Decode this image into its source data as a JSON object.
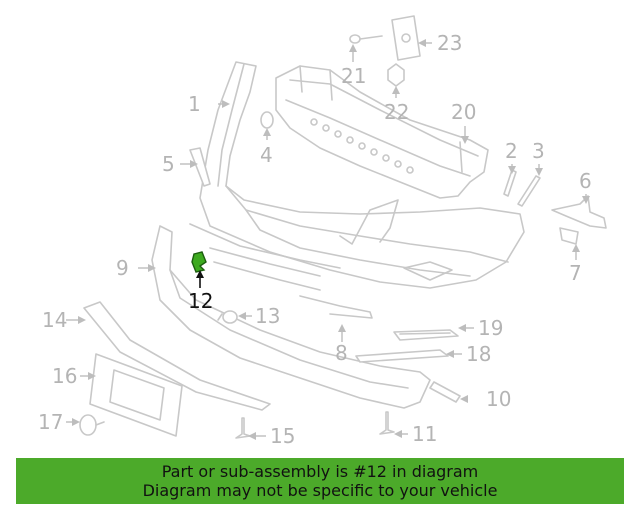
{
  "diagram": {
    "highlight_color": "#3daa1f",
    "highlighted_part": "12",
    "callouts": {
      "c1": "1",
      "c2": "2",
      "c3": "3",
      "c4": "4",
      "c5": "5",
      "c6": "6",
      "c7": "7",
      "c8": "8",
      "c9": "9",
      "c10": "10",
      "c11": "11",
      "c12": "12",
      "c13": "13",
      "c14": "14",
      "c15": "15",
      "c16": "16",
      "c17": "17",
      "c18": "18",
      "c19": "19",
      "c20": "20",
      "c21": "21",
      "c22": "22",
      "c23": "23"
    }
  },
  "banner": {
    "background": "#4caa2a",
    "line1": "Part or sub-assembly is #12 in diagram",
    "line2": "Diagram may not be specific to your vehicle"
  }
}
